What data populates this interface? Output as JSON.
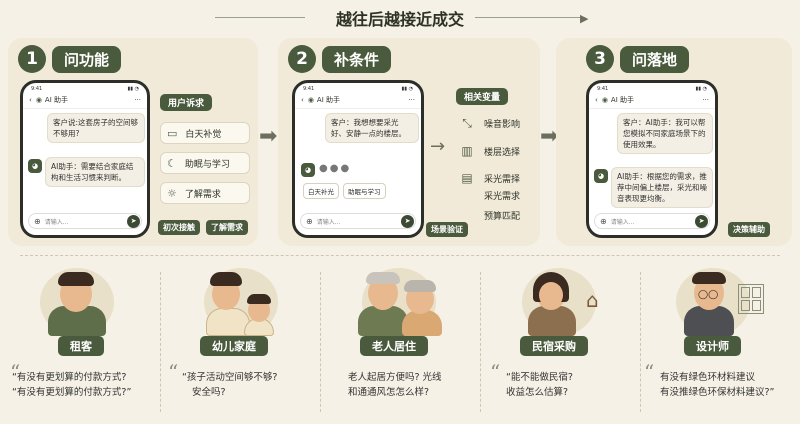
{
  "title": "越往后越接近成交",
  "steps": [
    {
      "num": "1",
      "label": "问功能",
      "phone": {
        "time": "9:41",
        "header": "AI 助手",
        "user_msg": "客户说:这套房子的空间够不够用?",
        "ai_msg": "AI助手：需要结合家庭结构和生活习惯来判断。",
        "input_placeholder": "请输入..."
      },
      "side_title": "用户诉求",
      "side_items": [
        {
          "icon": "bed-icon",
          "label": "白天补觉"
        },
        {
          "icon": "moon-icon",
          "label": "助眠与学习"
        },
        {
          "icon": "sun-icon",
          "label": "了解需求"
        }
      ],
      "tags": [
        "初次接触",
        "了解需求"
      ]
    },
    {
      "num": "2",
      "label": "补条件",
      "phone": {
        "time": "9:41",
        "header": "AI 助手",
        "user_msg": "客户：我想想要采光好、安静一点的楼层。",
        "chips": [
          "白天补光",
          "助眠与学习"
        ],
        "input_placeholder": "请输入..."
      },
      "side_title": "相关变量",
      "side_items": [
        {
          "icon": "noise-icon",
          "label": "噪音影响"
        },
        {
          "icon": "floor-icon",
          "label": "楼层选择"
        },
        {
          "icon": "light-icon",
          "label": "采光需择"
        },
        {
          "icon": "light-need-icon",
          "label": "采光需求"
        },
        {
          "icon": "budget-icon",
          "label": "预算匹配"
        }
      ],
      "tag": "场景验证"
    },
    {
      "num": "3",
      "label": "问落地",
      "phone": {
        "time": "9:41",
        "header": "AI 助手",
        "user_msg": "客户：AI助手：我可以帮您模拟不同家庭场景下的使用效果。",
        "ai_msg": "AI助手：根据您的需求，推荐中间偏上楼层，采光和噪音表现更均衡。",
        "input_placeholder": "请输入..."
      },
      "tag": "决策辅助"
    }
  ],
  "personas": [
    {
      "name": "租客",
      "lines": [
        "“有没有更划算的付款方式?",
        "“有没有更划算的付款方式?”"
      ]
    },
    {
      "name": "幼儿家庭",
      "lines": [
        "“孩子活动空间够不够?",
        "安全吗?"
      ]
    },
    {
      "name": "老人居住",
      "lines": [
        "老人起居方便吗? 光线",
        "和通通风怎怎么样?"
      ]
    },
    {
      "name": "民宿采购",
      "lines": [
        "“能不能做民宿?",
        "收益怎么估算?"
      ]
    },
    {
      "name": "设计师",
      "lines": [
        "有没有绿色环材料建议",
        "有没推绿色环保材料建议?”"
      ]
    }
  ]
}
